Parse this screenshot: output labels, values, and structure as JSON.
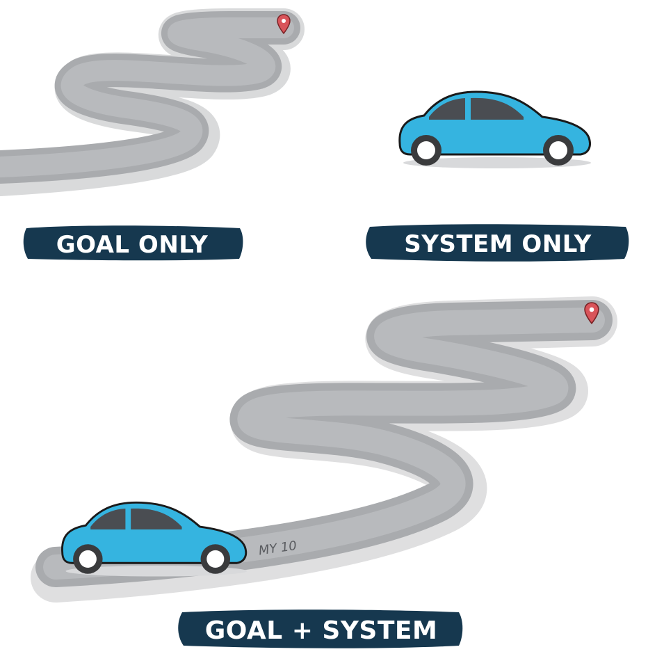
{
  "panels": {
    "goal_only": {
      "label": "GOAL ONLY"
    },
    "system_only": {
      "label": "SYSTEM ONLY"
    },
    "goal_system": {
      "label": "GOAL + SYSTEM"
    }
  },
  "signature": {
    "initials": "MY 10"
  },
  "colors": {
    "road": "#a9abae",
    "road_edge": "#8e9093",
    "road_shadow": "#c9cacc",
    "car_body": "#35b4e0",
    "car_outline": "#1a1a1a",
    "window": "#4a4d52",
    "tire": "#3a3b3d",
    "hub": "#ffffff",
    "pin": "#d9545a",
    "banner_bg": "#16384f",
    "banner_text": "#ffffff"
  },
  "icons": [
    "map-pin-icon",
    "car-icon"
  ]
}
